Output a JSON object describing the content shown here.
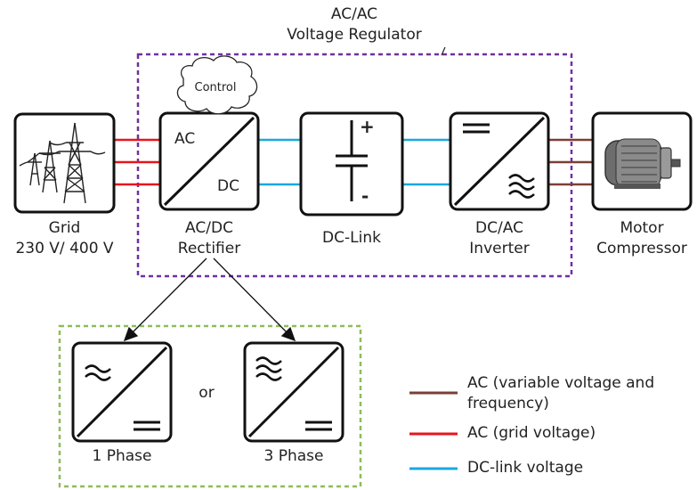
{
  "regulator": {
    "title_line1": "AC/AC",
    "title_line2": "Voltage Regulator"
  },
  "control_label": "Control",
  "blocks": {
    "grid": {
      "line1": "Grid",
      "line2": "230 V/ 400 V"
    },
    "rectifier": {
      "line1": "AC/DC",
      "line2": "Rectifier",
      "ac_label": "AC",
      "dc_label": "DC"
    },
    "dclink": {
      "line1": "DC-Link",
      "plus": "+",
      "minus": "-"
    },
    "inverter": {
      "line1": "DC/AC",
      "line2": "Inverter"
    },
    "motor": {
      "line1": "Motor",
      "line2": "Compressor"
    }
  },
  "options": {
    "one_phase": "1 Phase",
    "or": "or",
    "three_phase": "3 Phase"
  },
  "legend": {
    "ac_variable_line1": "AC (variable voltage and",
    "ac_variable_line2": "frequency)",
    "ac_grid": "AC (grid voltage)",
    "dc_link": "DC-link voltage"
  },
  "colors": {
    "ac_variable": "#7b3f36",
    "ac_grid": "#e8151b",
    "dc_link": "#19a8e0",
    "regulator_border": "#7030a0",
    "options_border": "#8fbc5a"
  }
}
